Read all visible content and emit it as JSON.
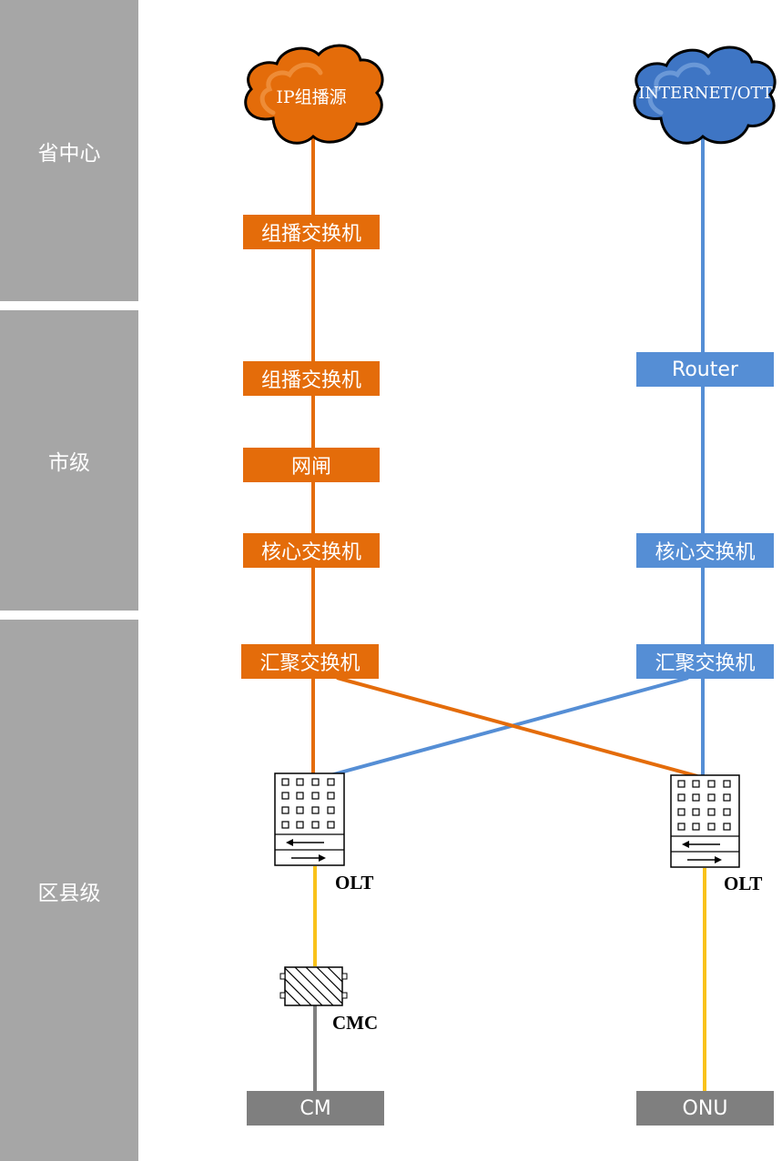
{
  "tiers": [
    "省中心",
    "市级",
    "区县级"
  ],
  "left_chain": {
    "source": "IP组播源",
    "nodes": [
      "组播交换机",
      "组播交换机",
      "网闸",
      "核心交换机",
      "汇聚交换机"
    ],
    "olt": "OLT",
    "cmc": "CMC",
    "terminal": "CM"
  },
  "right_chain": {
    "source": "INTERNET/OTT",
    "nodes": [
      "Router",
      "核心交换机",
      "汇聚交换机"
    ],
    "olt": "OLT",
    "terminal": "ONU"
  },
  "colors": {
    "orange": "#e46c0a",
    "blue": "#558ed5",
    "gray": "#7f7f7f",
    "yellow": "#f9c21a",
    "tier_bg": "#a6a6a6"
  }
}
